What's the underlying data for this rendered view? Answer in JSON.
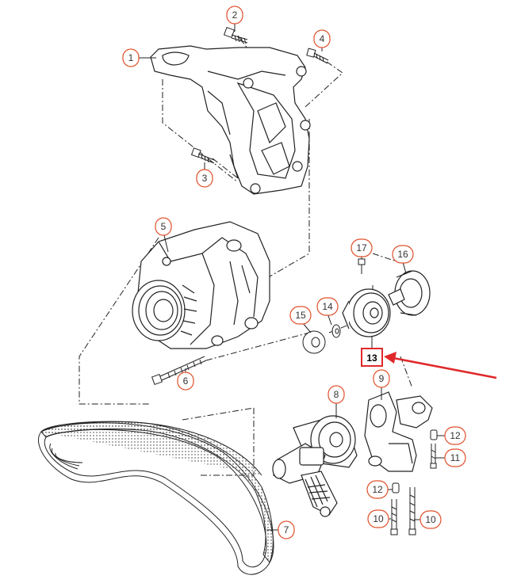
{
  "callouts": [
    {
      "id": "1",
      "label": "1"
    },
    {
      "id": "2",
      "label": "2"
    },
    {
      "id": "3",
      "label": "3"
    },
    {
      "id": "4",
      "label": "4"
    },
    {
      "id": "5",
      "label": "5"
    },
    {
      "id": "6",
      "label": "6"
    },
    {
      "id": "7",
      "label": "7"
    },
    {
      "id": "8",
      "label": "8"
    },
    {
      "id": "9",
      "label": "9"
    },
    {
      "id": "10a",
      "label": "10"
    },
    {
      "id": "10b",
      "label": "10"
    },
    {
      "id": "11",
      "label": "11"
    },
    {
      "id": "12a",
      "label": "12"
    },
    {
      "id": "12b",
      "label": "12"
    },
    {
      "id": "14",
      "label": "14"
    },
    {
      "id": "15",
      "label": "15"
    },
    {
      "id": "16",
      "label": "16"
    },
    {
      "id": "17",
      "label": "17"
    }
  ],
  "highlight": {
    "label": "13"
  },
  "colors": {
    "callout": "#e0502a",
    "highlight": "#e0282a",
    "arrow": "#e0282a",
    "line": "#222222"
  }
}
